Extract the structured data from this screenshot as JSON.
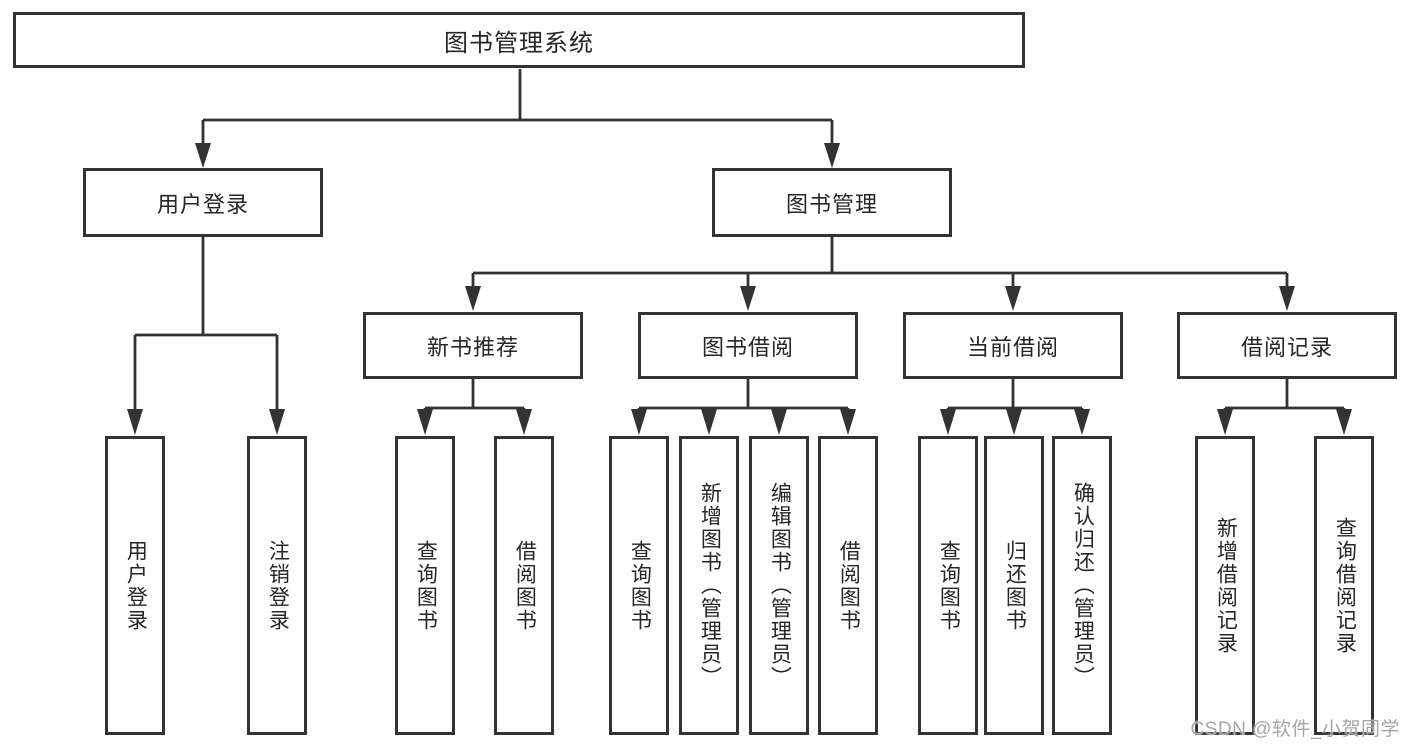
{
  "diagram": {
    "type": "hierarchy-tree",
    "root": {
      "label": "图书管理系统",
      "children": [
        {
          "label": "用户登录",
          "children": [
            {
              "label": "用户登录"
            },
            {
              "label": "注销登录"
            }
          ]
        },
        {
          "label": "图书管理",
          "children": [
            {
              "label": "新书推荐",
              "children": [
                {
                  "label": "查询图书"
                },
                {
                  "label": "借阅图书"
                }
              ]
            },
            {
              "label": "图书借阅",
              "children": [
                {
                  "label": "查询图书"
                },
                {
                  "label": "新增图书（管理员）"
                },
                {
                  "label": "编辑图书（管理员）"
                },
                {
                  "label": "借阅图书"
                }
              ]
            },
            {
              "label": "当前借阅",
              "children": [
                {
                  "label": "查询图书"
                },
                {
                  "label": "归还图书"
                },
                {
                  "label": "确认归还（管理员）"
                }
              ]
            },
            {
              "label": "借阅记录",
              "children": [
                {
                  "label": "新增借阅记录"
                },
                {
                  "label": "查询借阅记录"
                }
              ]
            }
          ]
        }
      ]
    }
  },
  "watermark": {
    "text": "CSDN @软件_小贺同学"
  },
  "colors": {
    "line": "#333333",
    "box_border": "#333333",
    "text": "#262626",
    "background": "#ffffff",
    "watermark": "#a6a6a6"
  }
}
